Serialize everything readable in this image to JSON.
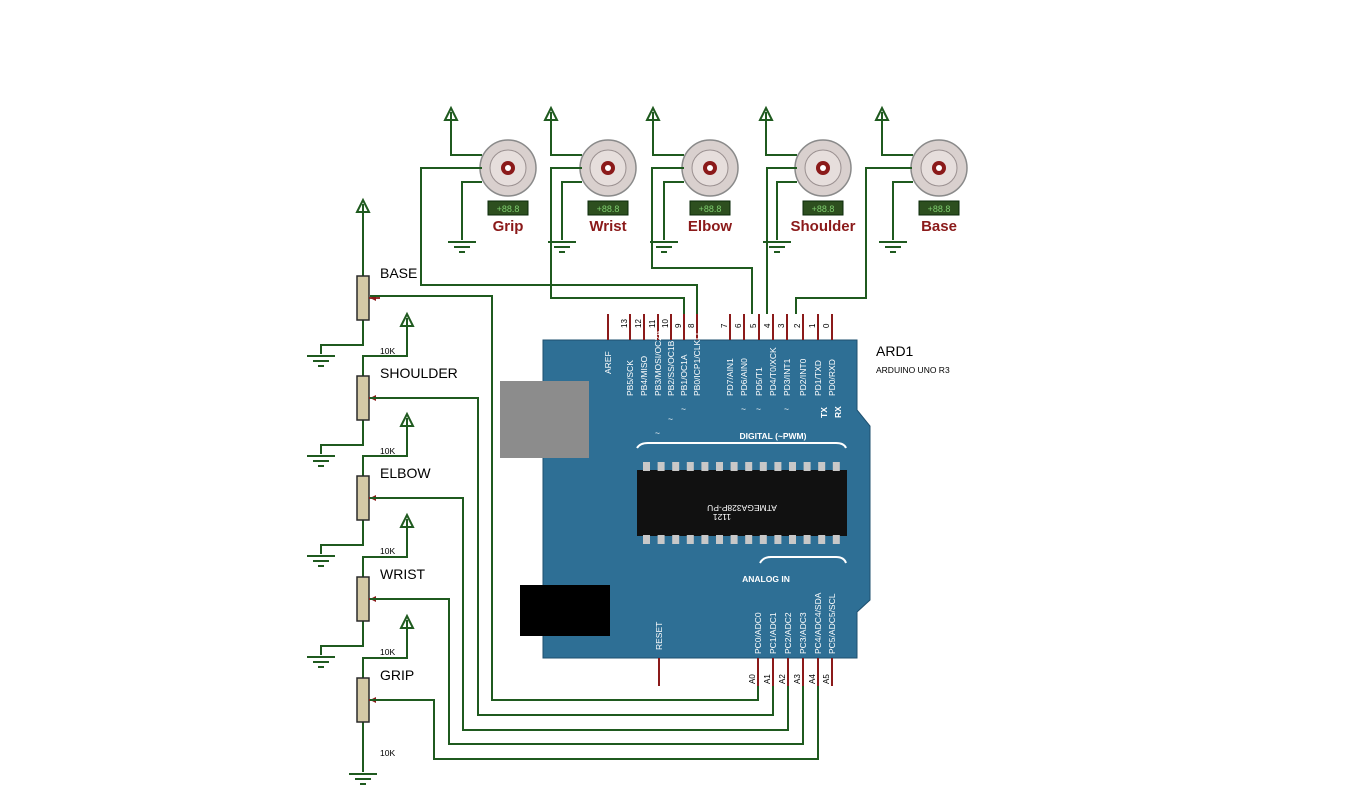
{
  "arduino": {
    "ref": "ARD1",
    "model": "ARDUINO UNO R3",
    "chip": "ATMEGA328P-PU",
    "chip_code": "1121",
    "digital_label": "DIGITAL (~PWM)",
    "analog_label": "ANALOG IN",
    "aref": "AREF",
    "reset": "RESET",
    "tx": "TX",
    "rx": "RX",
    "tilde": "~",
    "digital_pins": [
      {
        "num": "13",
        "name": "PB5/SCK"
      },
      {
        "num": "12",
        "name": "PB4/MISO"
      },
      {
        "num": "11",
        "name": "PB3/MOSI/OC2A"
      },
      {
        "num": "10",
        "name": "PB2/SS/OC1B"
      },
      {
        "num": "9",
        "name": "PB1/OC1A"
      },
      {
        "num": "8",
        "name": "PB0/ICP1/CLKO"
      },
      {
        "num": "7",
        "name": "PD7/AIN1"
      },
      {
        "num": "6",
        "name": "PD6/AIN0"
      },
      {
        "num": "5",
        "name": "PD5/T1"
      },
      {
        "num": "4",
        "name": "PD4/T0/XCK"
      },
      {
        "num": "3",
        "name": "PD3/INT1"
      },
      {
        "num": "2",
        "name": "PD2/INT0"
      },
      {
        "num": "1",
        "name": "PD1/TXD"
      },
      {
        "num": "0",
        "name": "PD0/RXD"
      }
    ],
    "analog_pins": [
      {
        "num": "A0",
        "name": "PC0/ADC0"
      },
      {
        "num": "A1",
        "name": "PC1/ADC1"
      },
      {
        "num": "A2",
        "name": "PC2/ADC2"
      },
      {
        "num": "A3",
        "name": "PC3/ADC3"
      },
      {
        "num": "A4",
        "name": "PC4/ADC4/SDA"
      },
      {
        "num": "A5",
        "name": "PC5/ADC5/SCL"
      }
    ]
  },
  "servos": [
    {
      "label": "Grip",
      "display": "+88.8"
    },
    {
      "label": "Wrist",
      "display": "+88.8"
    },
    {
      "label": "Elbow",
      "display": "+88.8"
    },
    {
      "label": "Shoulder",
      "display": "+88.8"
    },
    {
      "label": "Base",
      "display": "+88.8"
    }
  ],
  "potentiometers": [
    {
      "label": "BASE",
      "value": "10K"
    },
    {
      "label": "SHOULDER",
      "value": "10K"
    },
    {
      "label": "ELBOW",
      "value": "10K"
    },
    {
      "label": "WRIST",
      "value": "10K"
    },
    {
      "label": "GRIP",
      "value": "10K"
    }
  ]
}
